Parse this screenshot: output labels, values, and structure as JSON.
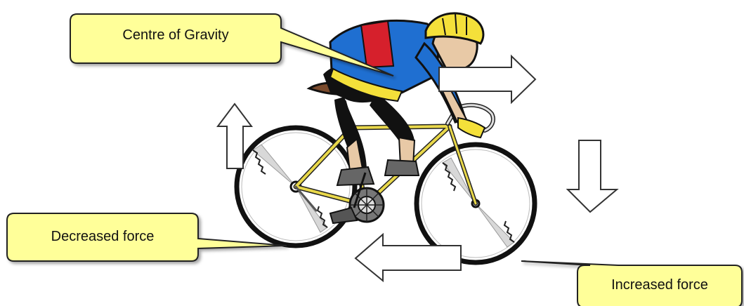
{
  "callouts": {
    "centre_of_gravity": "Centre of Gravity",
    "decreased_force": "Decreased force",
    "increased_force": "Increased force"
  },
  "colors": {
    "callout_fill": "#ffff99",
    "callout_stroke": "#222222",
    "arrow_fill": "#ffffff",
    "arrow_stroke": "#333333",
    "jersey_blue": "#1f6fd1",
    "jersey_red": "#d6202c",
    "helmet_yellow": "#f4e03a",
    "frame_yellow": "#e9d84a",
    "shorts_black": "#111111"
  }
}
